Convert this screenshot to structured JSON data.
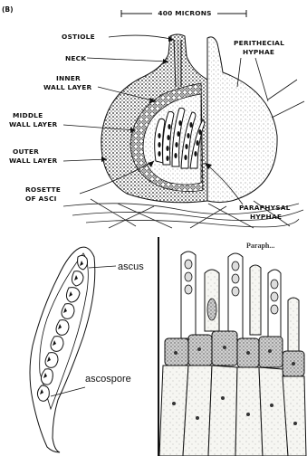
{
  "top_diagram": {
    "panel_letter": "(B)",
    "scale_label": "400 MICRONS",
    "labels": {
      "ostiole": "OSTIOLE",
      "neck": "NECK",
      "inner_wall_1": "INNER",
      "inner_wall_2": "WALL LAYER",
      "middle_wall_1": "MIDDLE",
      "middle_wall_2": "WALL LAYER",
      "outer_wall_1": "OUTER",
      "outer_wall_2": "WALL LAYER",
      "rosette_1": "ROSETTE",
      "rosette_2": "OF ASCI",
      "perithecial_1": "PERITHECIAL",
      "perithecial_2": "HYPHAE",
      "paraphysal_1": "PARAPHYSAL",
      "paraphysal_2": "HYPHAE"
    }
  },
  "ascus_diagram": {
    "labels": {
      "ascus": "ascus",
      "ascospore": "ascospore"
    }
  },
  "paraphyses_diagram": {
    "partial_label": "Paraph..."
  }
}
